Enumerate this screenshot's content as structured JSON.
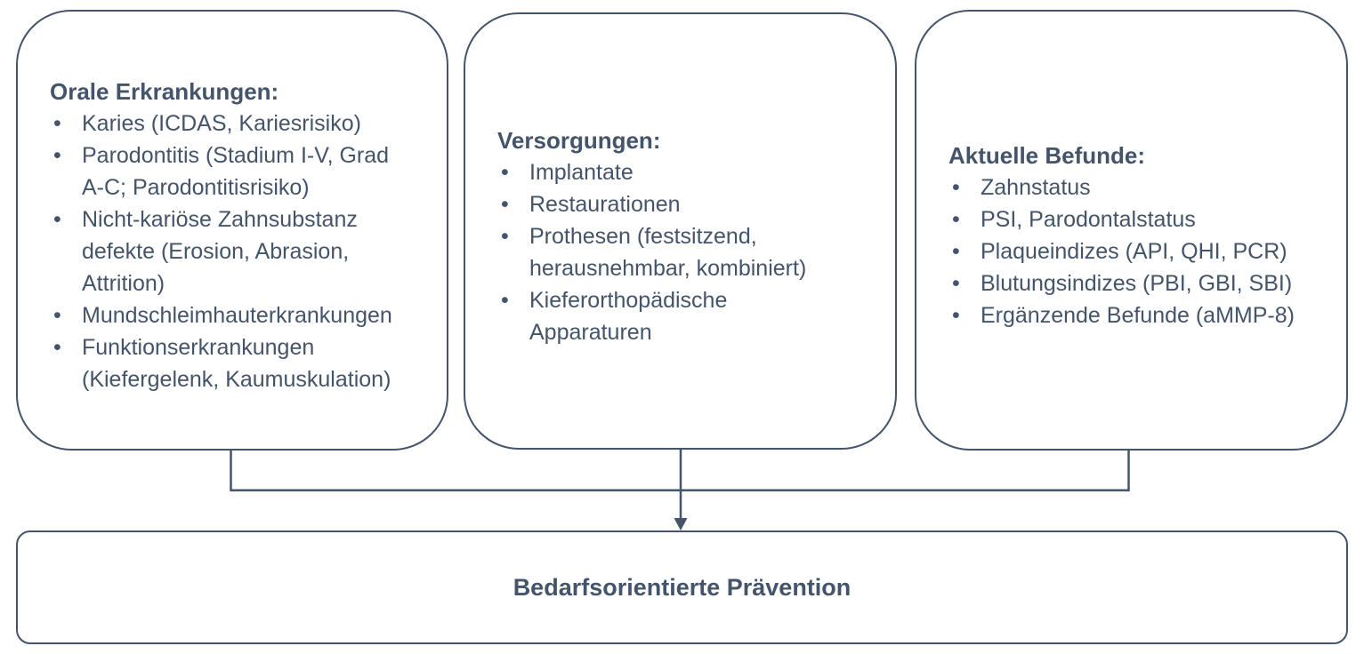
{
  "diagram": {
    "boxes": [
      {
        "title": "Orale Erkrankungen:",
        "items": [
          "Karies (ICDAS, Kariesrisiko)",
          "Parodontitis (Stadium I-V, Grad\nA-C; Parodontitisrisiko)",
          "Nicht-kariöse Zahnsubstanz\ndefekte (Erosion, Abrasion,\nAttrition)",
          "Mundschleimhauterkrankungen",
          "Funktionserkrankungen\n(Kiefergelenk, Kaumuskulation)"
        ]
      },
      {
        "title": "Versorgungen:",
        "items": [
          "Implantate",
          "Restaurationen",
          "Prothesen (festsitzend,\nherausnehmbar, kombiniert)",
          "Kieferorthopädische\nApparaturen"
        ]
      },
      {
        "title": "Aktuelle Befunde:",
        "items": [
          "Zahnstatus",
          "PSI, Parodontalstatus",
          "Plaqueindizes (API, QHI, PCR)",
          "Blutungsindizes (PBI, GBI, SBI)",
          "Ergänzende Befunde (aMMP-8)"
        ]
      }
    ],
    "result_box": {
      "label": "Bedarfsorientierte Prävention"
    },
    "colors": {
      "stroke": "#44546A",
      "text": "#44546A",
      "background": "#FFFFFF"
    }
  }
}
